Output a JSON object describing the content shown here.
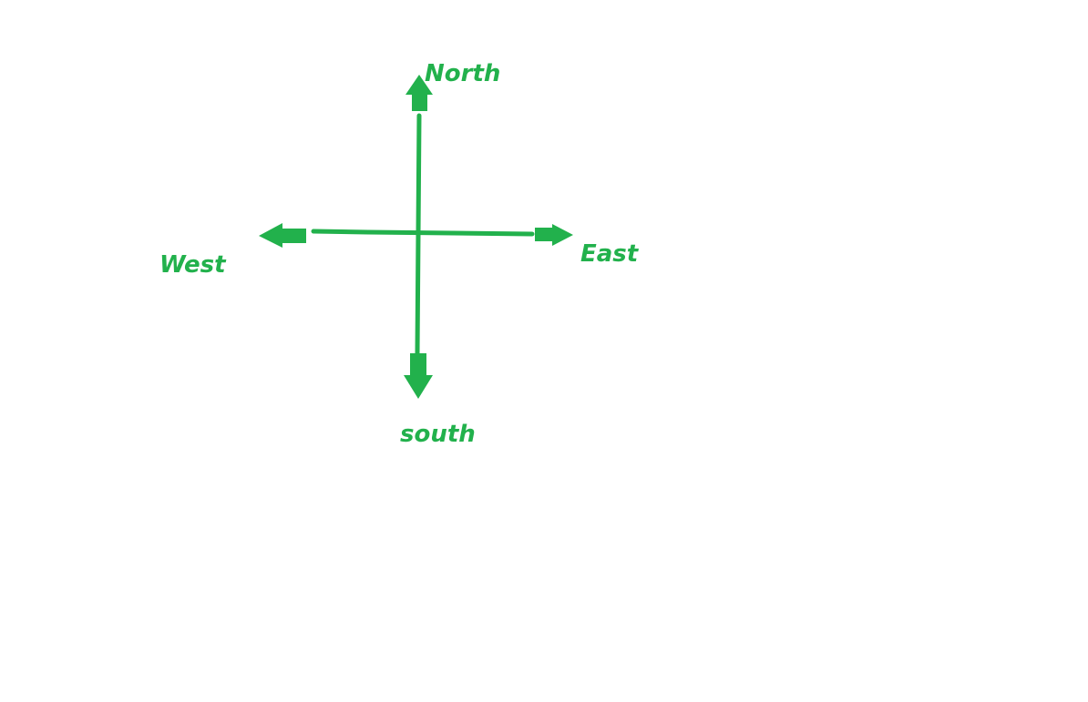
{
  "diagram": {
    "accent_color": "#22b14c",
    "labels": {
      "north": "North",
      "east": "East",
      "west": "West",
      "south": "south"
    },
    "arrows": [
      {
        "direction": "north",
        "icon": "arrow-up-icon"
      },
      {
        "direction": "east",
        "icon": "arrow-right-icon"
      },
      {
        "direction": "south",
        "icon": "arrow-down-icon"
      },
      {
        "direction": "west",
        "icon": "arrow-left-icon"
      }
    ]
  }
}
